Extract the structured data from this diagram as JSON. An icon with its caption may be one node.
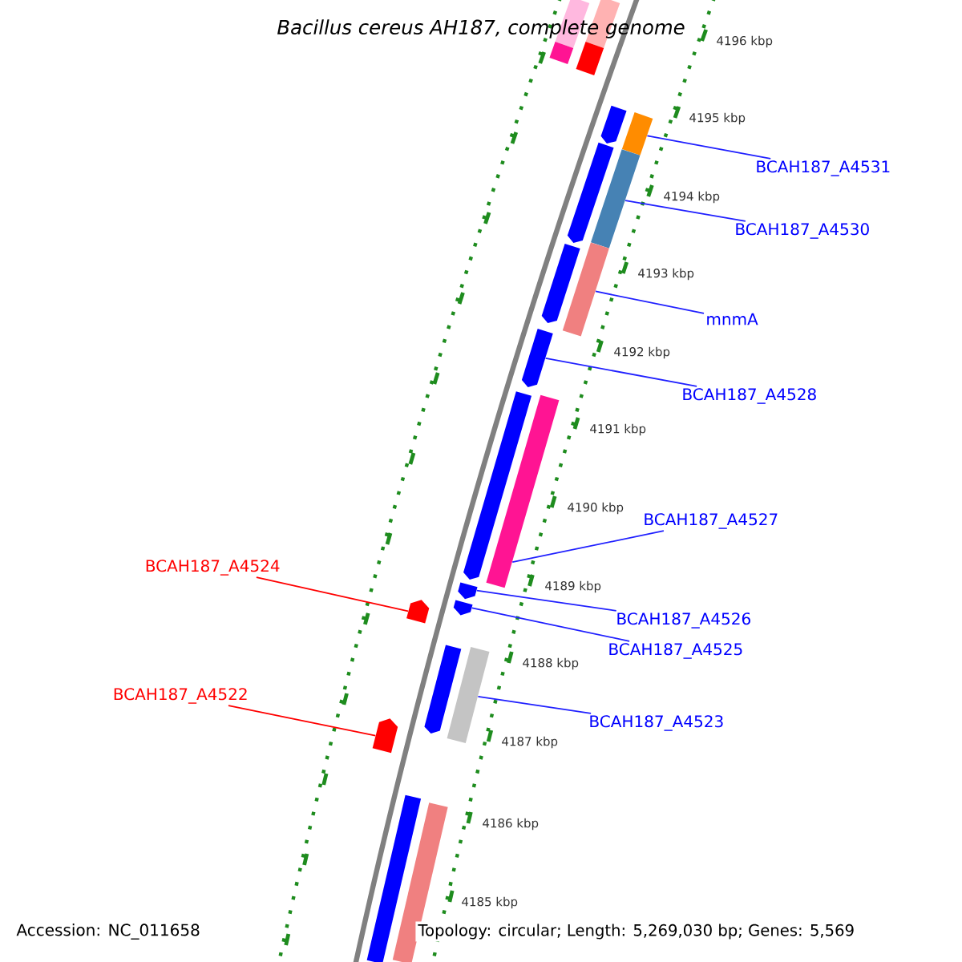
{
  "diagram": {
    "title": "Bacillus cereus AH187, complete genome",
    "nodes": [
      {
        "text": [],
        "shape": "bar"
      },
      {
        "text": [],
        "shape": "bar"
      },
      {
        "text": [],
        "shape": "pentagon"
      },
      {
        "text": [],
        "shape": "bar"
      },
      {
        "text": [],
        "shape": "pentagon"
      },
      {
        "text": [],
        "shape": "bar"
      },
      {
        "text": [],
        "shape": "pentagon"
      },
      {
        "text": [],
        "shape": "bar"
      },
      {
        "text": [],
        "shape": "pentagon"
      },
      {
        "text": [],
        "shape": "pentagon"
      },
      {
        "text": [],
        "shape": "bar"
      },
      {
        "text": [],
        "shape": "pentagon"
      },
      {
        "text": [],
        "shape": "pentagon"
      },
      {
        "text": [],
        "shape": "pentagon"
      },
      {
        "text": [],
        "shape": "pentagon"
      },
      {
        "text": [],
        "shape": "bar"
      },
      {
        "text": [],
        "shape": "pentagon"
      },
      {
        "text": [],
        "shape": "bar"
      },
      {
        "text": [],
        "shape": "bar"
      },
      {
        "text": [
          "BCAH187_A4531"
        ]
      },
      {
        "text": [
          "BCAH187_A4530"
        ]
      },
      {
        "text": [
          "mnmA"
        ]
      },
      {
        "text": [
          "BCAH187_A4528"
        ]
      },
      {
        "text": [
          "BCAH187_A4527"
        ]
      },
      {
        "text": [
          "BCAH187_A4526"
        ]
      },
      {
        "text": [
          "BCAH187_A4525"
        ]
      },
      {
        "text": [
          "BCAH187_A4524"
        ]
      },
      {
        "text": [
          "BCAH187_A4523"
        ]
      },
      {
        "text": [
          "BCAH187_A4522"
        ]
      }
    ],
    "edges": [
      {
        "from": 19,
        "to": 3,
        "arrow": "none"
      },
      {
        "from": 20,
        "to": 5,
        "arrow": "none"
      },
      {
        "from": 21,
        "to": 7,
        "arrow": "none"
      },
      {
        "from": 22,
        "to": 8,
        "arrow": "none"
      },
      {
        "from": 23,
        "to": 10,
        "arrow": "none"
      },
      {
        "from": 24,
        "to": 11,
        "arrow": "none"
      },
      {
        "from": 25,
        "to": 12,
        "arrow": "none"
      },
      {
        "from": 26,
        "to": 13,
        "arrow": "none",
        "color": "#ff0000"
      },
      {
        "from": 27,
        "to": 15,
        "arrow": "none"
      },
      {
        "from": 28,
        "to": 16,
        "arrow": "none",
        "color": "#ff0000"
      }
    ],
    "labels": [
      "4196 kbp",
      "4195 kbp",
      "4194 kbp",
      "4193 kbp",
      "4192 kbp",
      "4191 kbp",
      "4190 kbp",
      "4189 kbp",
      "4188 kbp",
      "4187 kbp",
      "4186 kbp",
      "4185 kbp",
      "Accession: NC_011658",
      "Topology: circular; Length: 5,269,030 bp; Genes: 5,569"
    ]
  }
}
